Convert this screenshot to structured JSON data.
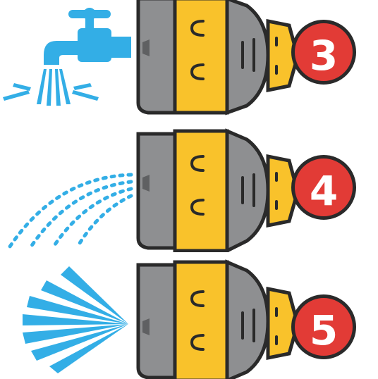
{
  "colors": {
    "water": "#33aee6",
    "connector_yellow": "#f9c22b",
    "connector_gray": "#8e8f91",
    "connector_outline": "#2a2a2a",
    "badge_red": "#e23b36"
  },
  "rows": [
    {
      "number": "3",
      "icon": "tap-faucet-icon"
    },
    {
      "number": "4",
      "icon": "dotted-spray-icon"
    },
    {
      "number": "5",
      "icon": "fan-spray-icon"
    }
  ]
}
